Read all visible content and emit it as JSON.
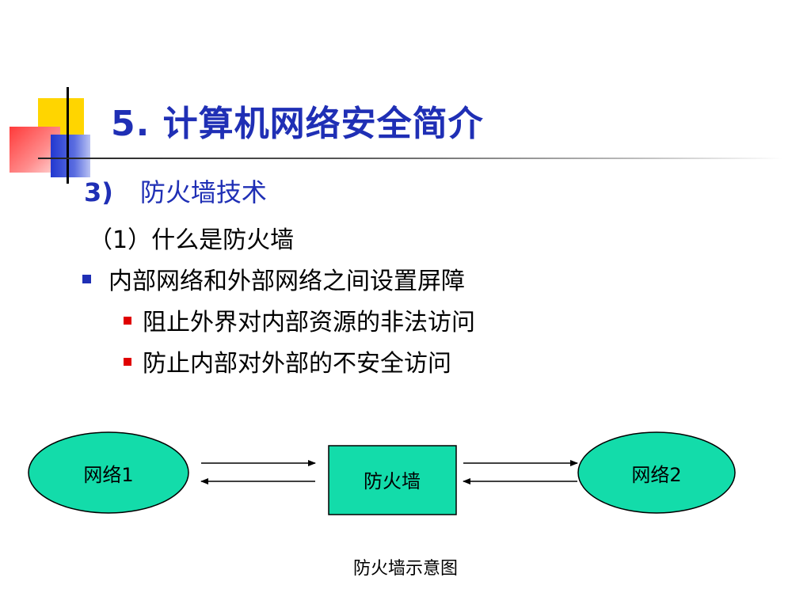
{
  "title": "5.  计算机网络安全简介",
  "section": {
    "num": "3)",
    "label": "防火墙技术"
  },
  "subsection": "（1）什么是防火墙",
  "bullets": [
    {
      "text": "内部网络和外部网络之间设置屏障",
      "children": [
        "阻止外界对内部资源的非法访问",
        "防止内部对外部的不安全访问"
      ]
    }
  ],
  "diagram": {
    "left_node": "网络1",
    "center_node": "防火墙",
    "right_node": "网络2",
    "node_color": "#13dcaa",
    "box_color": "#13dcaa",
    "caption": "防火墙示意图"
  }
}
